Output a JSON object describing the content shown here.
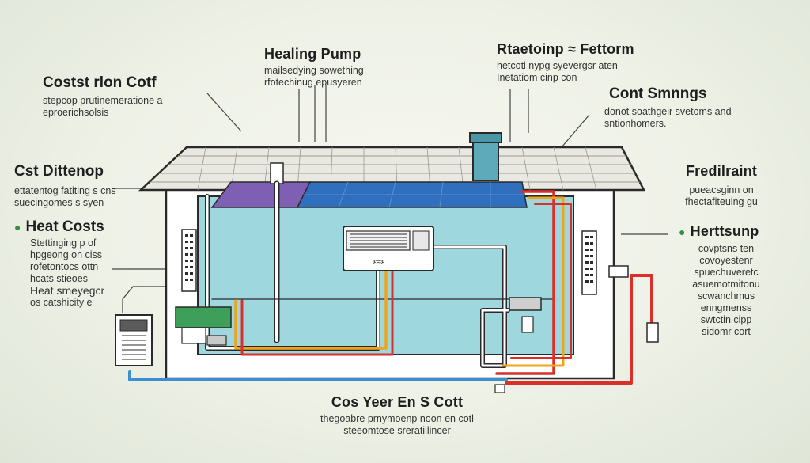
{
  "labels": {
    "top_left": {
      "title": "Costst rlon Cotf",
      "lines": [
        "stepcop prutinemeratione a",
        "eproerichsolsis"
      ]
    },
    "top_center": {
      "title": "Healing Pump",
      "lines": [
        "mailsedying sowething",
        "rfotechinug epusyeren"
      ]
    },
    "top_right": {
      "title": "Rtaetoinp  ≈  Fettorm",
      "lines": [
        "hetcoti nypg syevergsr aten",
        "Inetatiom cinp con"
      ]
    },
    "right_upper": {
      "title": "Cont Smnngs",
      "lines": [
        "donot soathgeir svetoms and",
        "sntionhomers."
      ]
    },
    "left_mid": {
      "title": "Cst Dittenop",
      "lines": [
        "ettatentog fatiting s cns",
        "suecingomes s syen"
      ]
    },
    "right_mid": {
      "title": "Fredilraint",
      "lines": [
        "pueacsginn on",
        "fhectafiteuing gu"
      ]
    },
    "left_lower": {
      "title": "Heat Costs",
      "lines": [
        "Stettinging p of",
        "hpgeong on ciss",
        "rofetontocs ottn",
        "hcats stieoes",
        "Heat smeyegcr",
        "os catshicity e"
      ]
    },
    "right_lower": {
      "title": "Herttsunp",
      "lines": [
        "covptsns ten",
        "covoyestenr",
        "spuechuveretc",
        "asuemotmitonu",
        "scwanchmus",
        "enngmenss",
        "swtctin cipp",
        "sidomr cort"
      ]
    },
    "bottom": {
      "title": "Cos Yeer En S Cott",
      "lines": [
        "thegoabre prnymoenp noon en cotl",
        "steeomtose sreratillincer"
      ]
    }
  },
  "unit": {
    "label": "ε≈ε"
  },
  "colors": {
    "house_wall": "#ffffff",
    "interior": "#9fd7df",
    "roof": "#e9e9e1",
    "solar_blue": "#2f6fbe",
    "solar_purple": "#7e5fb3",
    "pipe_red": "#d9302c",
    "pipe_orange": "#f0a41c",
    "pipe_blue": "#3a8fd1",
    "chimney": "#5ea9ba"
  }
}
